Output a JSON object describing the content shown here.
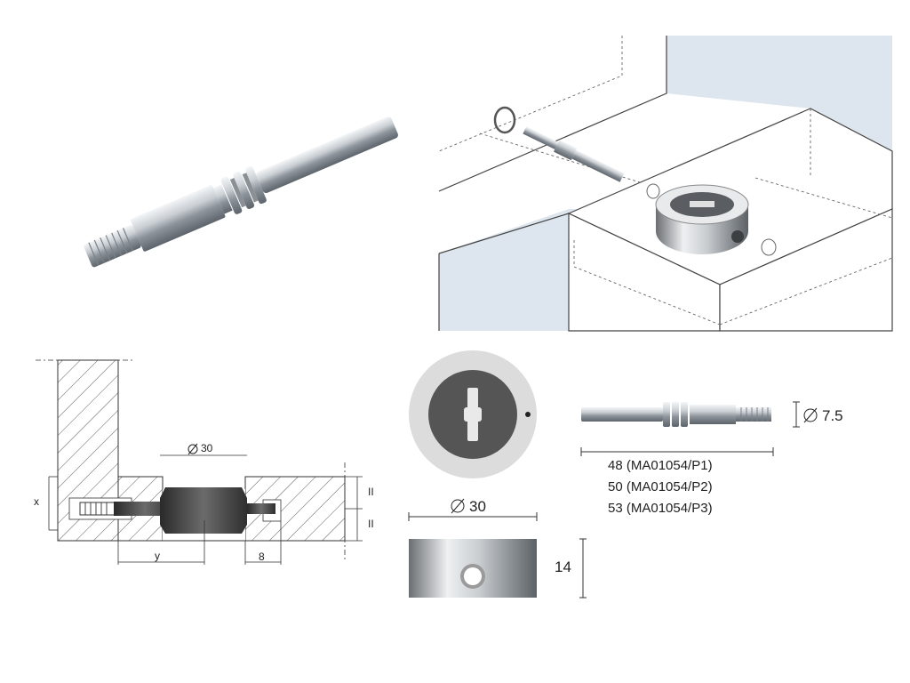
{
  "section_dims": {
    "dia_30": "30",
    "x": "x",
    "y": "y",
    "eight": "8",
    "pin_mark_1": "II",
    "pin_mark_2": "II"
  },
  "cam_top": {
    "dia_30": "30"
  },
  "cam_side": {
    "height_14": "14"
  },
  "bolt": {
    "dia_75": "7.5",
    "lengths": [
      "48 (MA01054/P1)",
      "50 (MA01054/P2)",
      "53 (MA01054/P3)"
    ]
  },
  "icons": {
    "diameter": "diameter-symbol",
    "bolt_photo": "connector-bolt",
    "assembly": "assembly-isometric"
  }
}
